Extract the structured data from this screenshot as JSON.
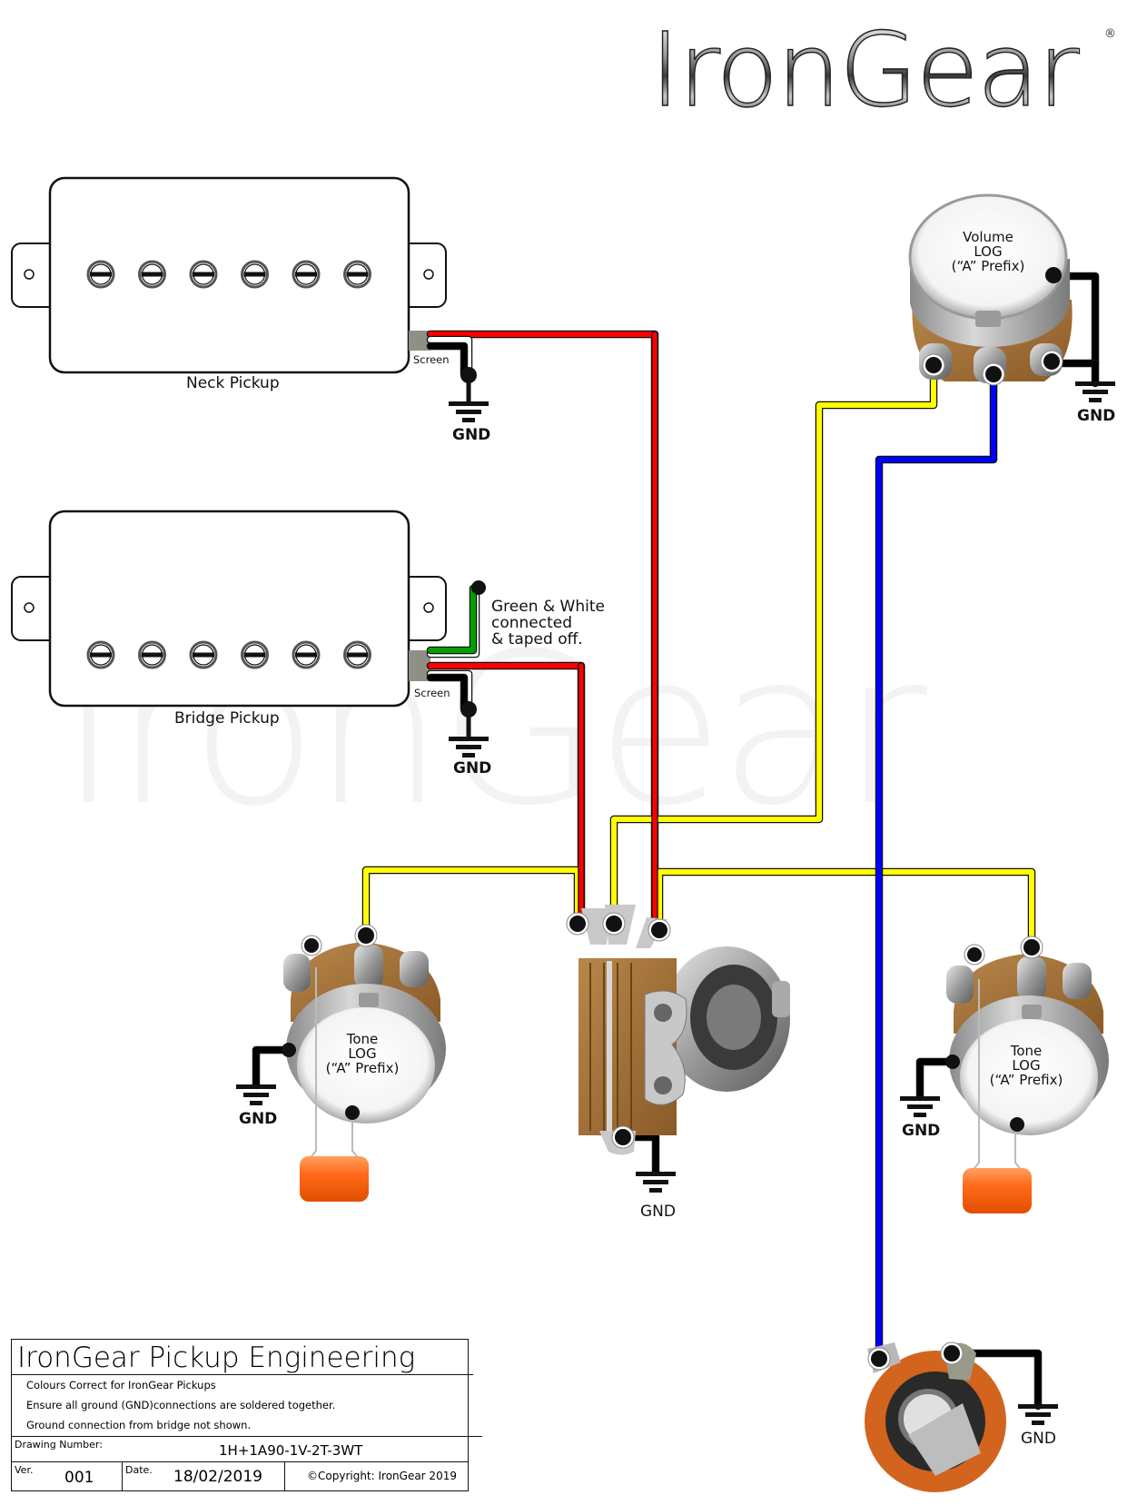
{
  "brand": {
    "logo_text": "IronGear",
    "registered_mark": "®",
    "watermark_text": "IronGear"
  },
  "pickups": {
    "neck": {
      "label": "Neck Pickup",
      "pole_count": 6,
      "screen_label": "Screen",
      "gnd_label": "GND"
    },
    "bridge": {
      "label": "Bridge Pickup",
      "pole_count": 6,
      "screen_label": "Screen",
      "gnd_label": "GND",
      "note_line1": "Green & White",
      "note_line2": "connected",
      "note_line3": "& taped off."
    }
  },
  "pots": {
    "volume": {
      "line1": "Volume",
      "line2": "LOG",
      "line3": "(“A” Prefix)",
      "gnd_label": "GND"
    },
    "tone_left": {
      "line1": "Tone",
      "line2": "LOG",
      "line3": "(“A” Prefix)",
      "gnd_label": "GND"
    },
    "tone_right": {
      "line1": "Tone",
      "line2": "LOG",
      "line3": "(“A” Prefix)",
      "gnd_label": "GND"
    }
  },
  "switch": {
    "gnd_label": "GND"
  },
  "jack": {
    "gnd_label": "GND"
  },
  "wire_colors": {
    "hot_red": "#ff0000",
    "signal_yellow": "#ffff00",
    "output_blue": "#0000ff",
    "ground_black": "#000000",
    "coil_green": "#00a000",
    "coil_white": "#ffffff"
  },
  "title_block": {
    "title": "IronGear Pickup Engineering",
    "notes": [
      "Colours Correct for IronGear Pickups",
      "Ensure all ground (GND)connections are soldered together.",
      "Ground connection from bridge not shown."
    ],
    "drawing_number_label": "Drawing Number:",
    "drawing_number": "1H+1A90-1V-2T-3WT",
    "ver_label": "Ver.",
    "ver": "001",
    "date_label": "Date.",
    "date": "18/02/2019",
    "copyright": "©Copyright: IronGear 2019"
  }
}
